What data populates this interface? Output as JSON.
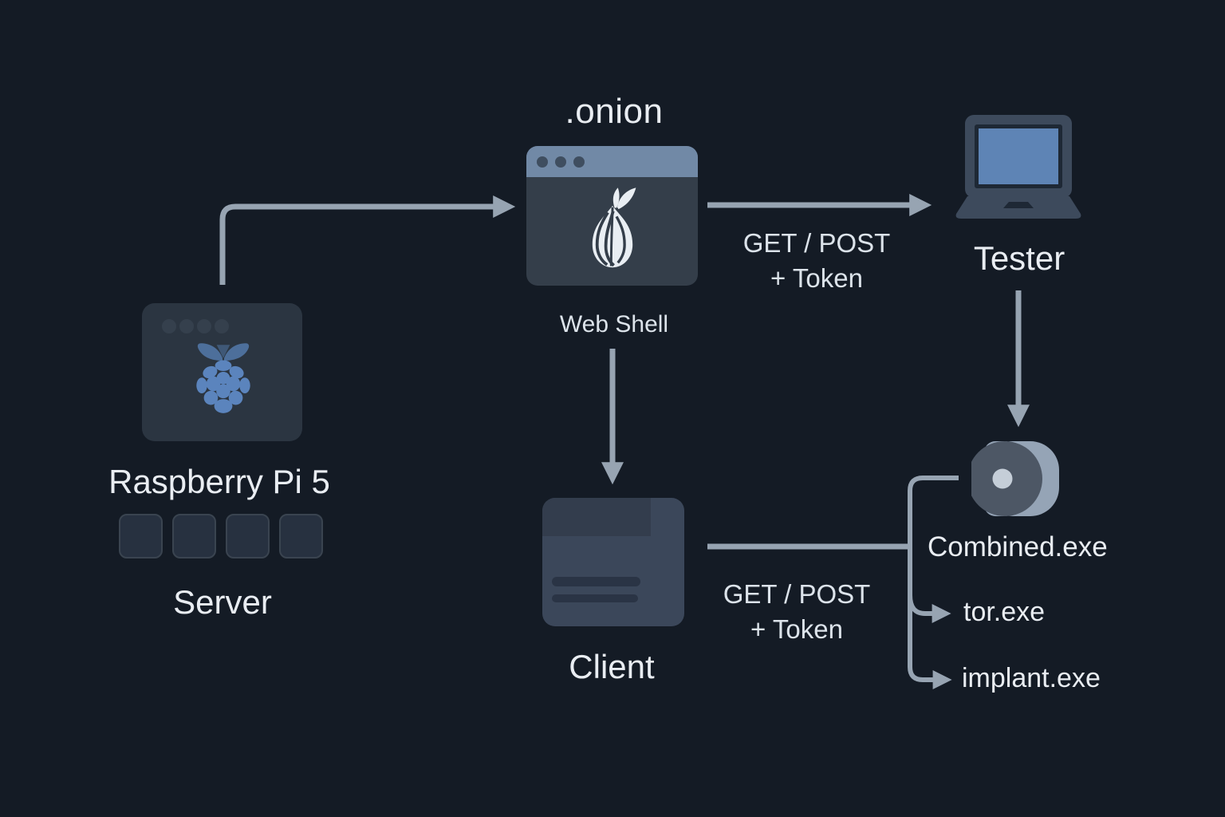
{
  "colors": {
    "background": "#141b25",
    "text_primary": "#e9edf2",
    "text_secondary": "#dce3ea",
    "connector": "#97a4b2",
    "onion_bar": "#7189a6",
    "onion_body": "#343e4a",
    "window_dot": "#3f4e60",
    "server_card": "#2b3541",
    "server_card_dot": "#35404d",
    "raspberry_blue": "#5b84bd",
    "raspberry_leaf": "#4d6f9b",
    "client_body": "#3b475a",
    "client_tab": "#333d4d",
    "client_line": "#2a3445",
    "laptop_body": "#3d4a5c",
    "laptop_screen": "#5e84b5",
    "cylinder_body": "#95a4b6",
    "cylinder_face": "#4d5765",
    "cylinder_hole": "#c5ced8",
    "chip_square": "#273140"
  },
  "nodes": {
    "onion": {
      "title": ".onion",
      "sublabel": "Web Shell",
      "icon": "tor-onion-icon"
    },
    "server": {
      "title": "Raspberry Pi 5",
      "sublabel": "Server",
      "icon": "raspberry-pi-icon",
      "chip_count": 4
    },
    "tester": {
      "label": "Tester",
      "icon": "laptop-icon"
    },
    "client": {
      "label": "Client",
      "icon": "browser-window-icon"
    },
    "combined": {
      "label": "Combined.exe",
      "icon": "binary-cylinder-icon"
    },
    "tor_exe": {
      "label": "tor.exe"
    },
    "implant_exe": {
      "label": "implant.exe"
    }
  },
  "edges": {
    "server_to_onion": {
      "from": "Server",
      "to": ".onion"
    },
    "onion_to_tester": {
      "from": ".onion",
      "to": "Tester",
      "label_line1": "GET / POST",
      "label_line2": "+ Token"
    },
    "onion_to_client": {
      "from": "Web Shell",
      "to": "Client"
    },
    "tester_to_combined": {
      "from": "Tester",
      "to": "Combined.exe"
    },
    "client_to_combined": {
      "from": "Client",
      "to": "Combined.exe",
      "label_line1": "GET / POST",
      "label_line2": "+ Token"
    },
    "combined_to_tor": {
      "from": "Combined.exe",
      "to": "tor.exe"
    },
    "combined_to_implant": {
      "from": "Combined.exe",
      "to": "implant.exe"
    }
  }
}
